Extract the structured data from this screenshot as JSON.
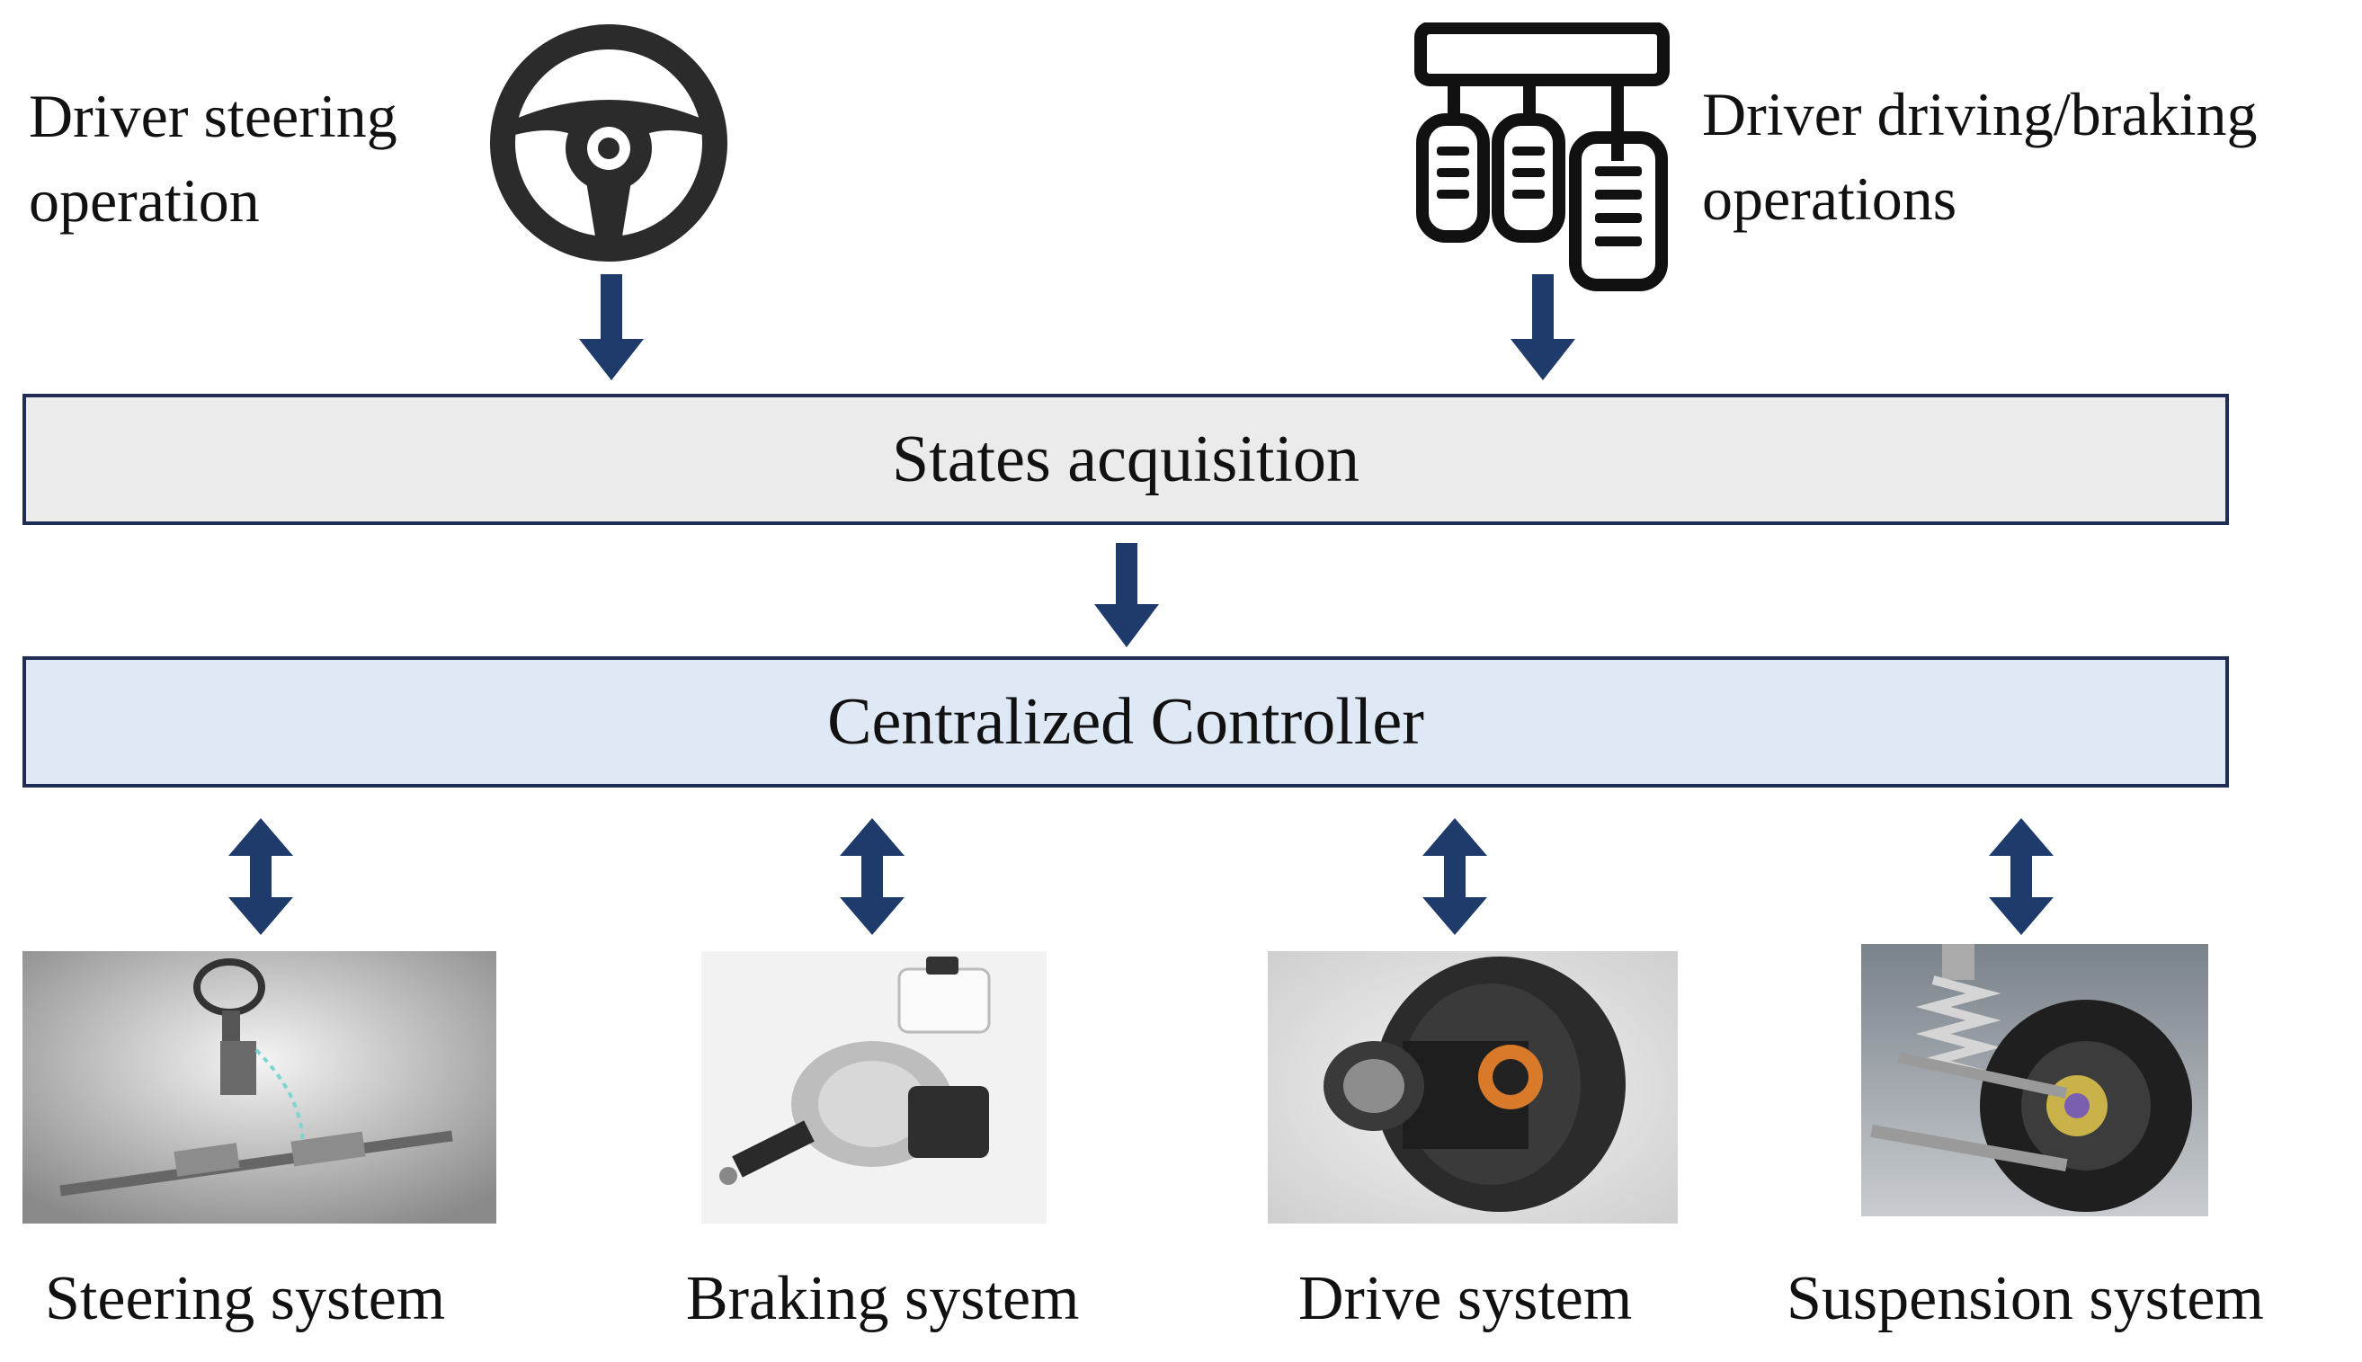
{
  "inputs": {
    "steering_label_line1": "Driver steering",
    "steering_label_line2": "operation",
    "pedal_label_line1": "Driver driving/braking",
    "pedal_label_line2": "operations"
  },
  "blocks": {
    "states": "States acquisition",
    "controller": "Centralized Controller"
  },
  "subsystems": [
    {
      "label": "Steering system"
    },
    {
      "label": "Braking system"
    },
    {
      "label": "Drive system"
    },
    {
      "label": "Suspension system"
    }
  ],
  "colors": {
    "arrow": "#1f3b6b",
    "box_border": "#1f2d55",
    "states_fill": "#ebebeb",
    "controller_fill": "#dfe9f5"
  }
}
